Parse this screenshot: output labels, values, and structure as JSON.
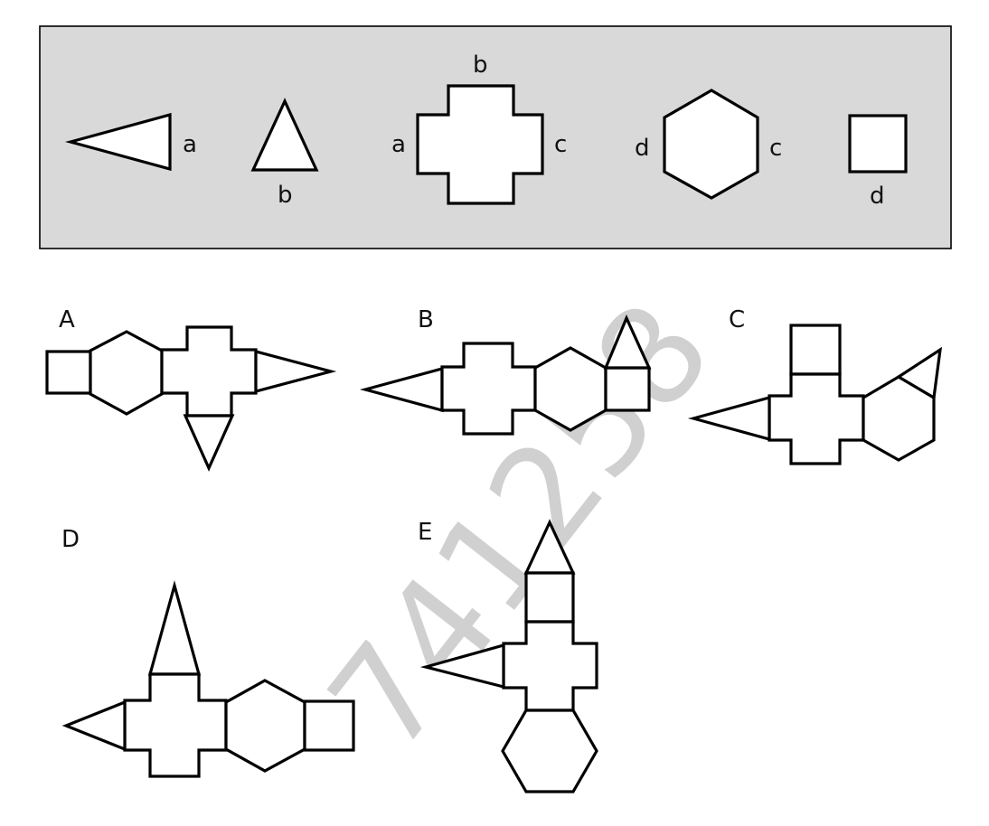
{
  "legend": {
    "background": "#d9d9d9",
    "edge_labels": {
      "tri_a": "a",
      "tri_b": "b",
      "cross_top": "b",
      "cross_left": "a",
      "cross_right": "c",
      "hex_left": "d",
      "hex_right": "c",
      "square_bottom": "d"
    }
  },
  "options": {
    "A": "A",
    "B": "B",
    "C": "C",
    "D": "D",
    "E": "E"
  },
  "watermark": "741258"
}
